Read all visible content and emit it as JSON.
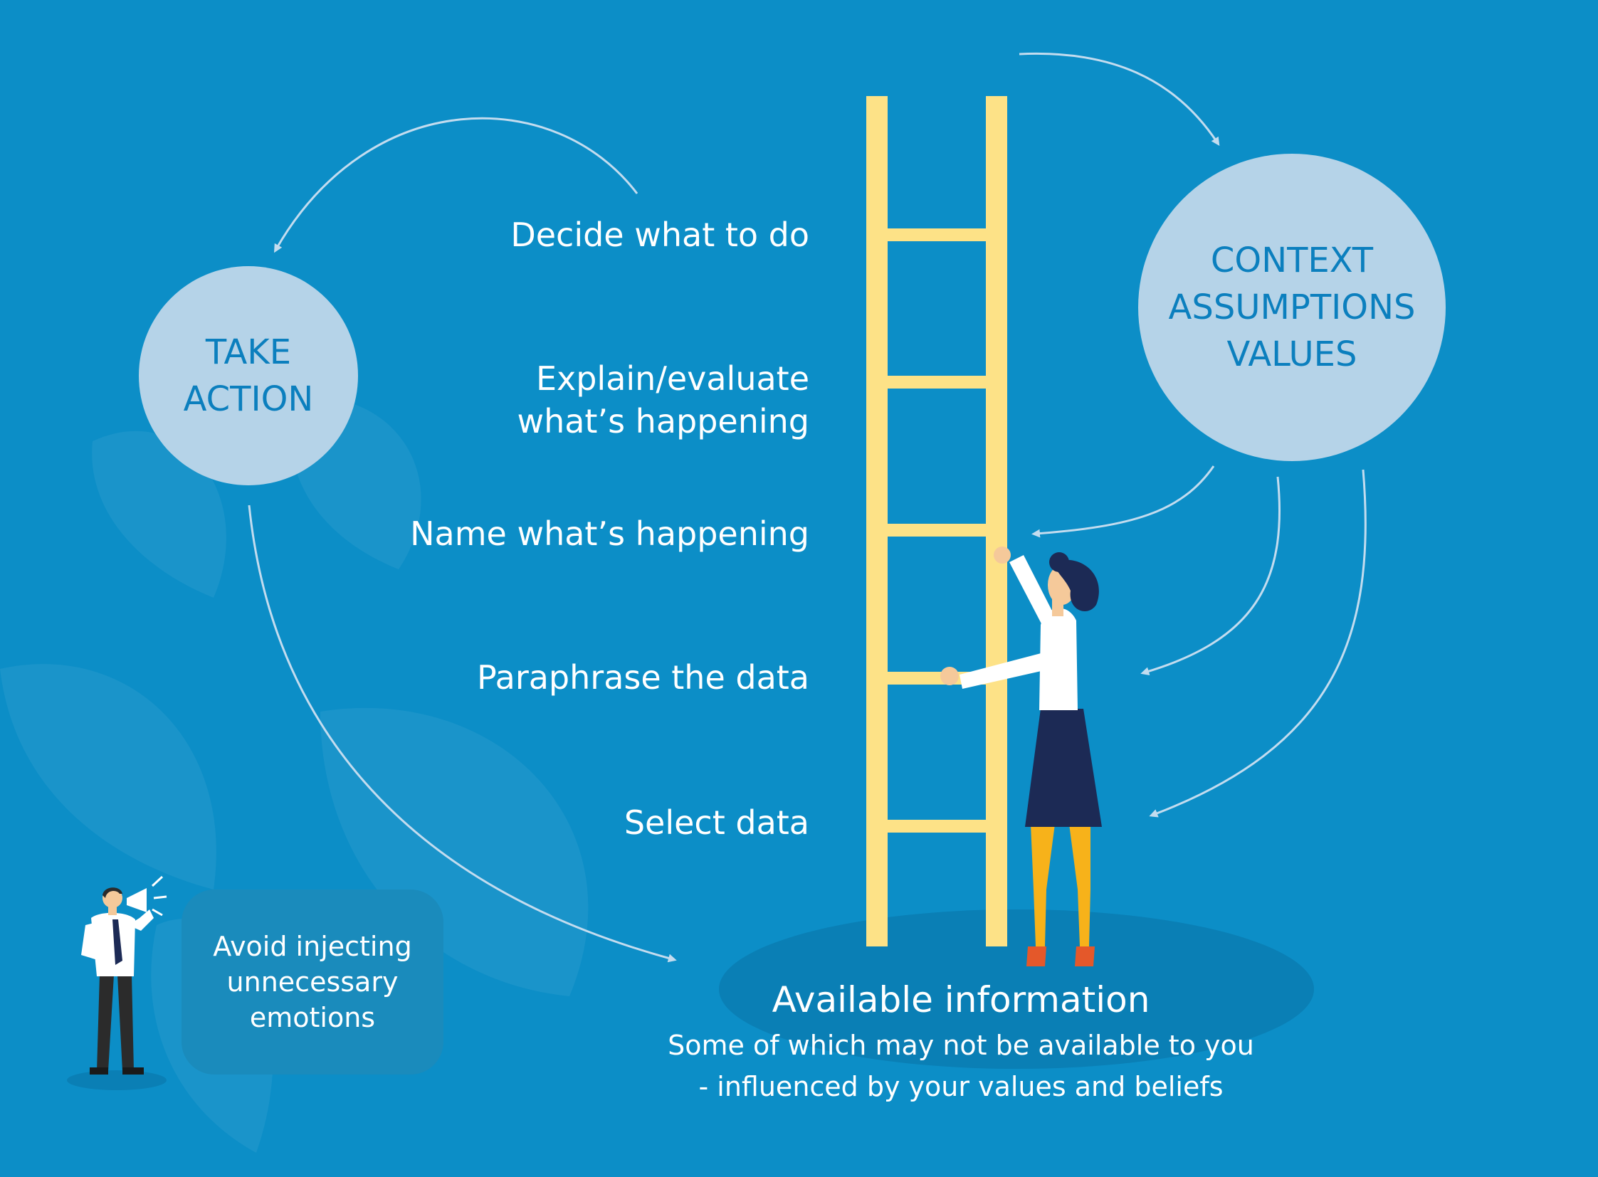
{
  "colors": {
    "background": "#0c8ec7",
    "circle_fill": "#b5d3e8",
    "circle_text": "#0b7fbe",
    "ladder": "#fde287",
    "arrow": "#c3dcef",
    "note_box": "#1a8bbc",
    "ground": "#0a7fb5"
  },
  "ladder_rungs": [
    {
      "label_lines": [
        "Decide what to do"
      ]
    },
    {
      "label_lines": [
        "Explain/evaluate",
        "what’s happening"
      ]
    },
    {
      "label_lines": [
        "Name what’s happening"
      ]
    },
    {
      "label_lines": [
        "Paraphrase the data"
      ]
    },
    {
      "label_lines": [
        "Select data"
      ]
    }
  ],
  "take_action": {
    "line1": "TAKE",
    "line2": "ACTION"
  },
  "context": {
    "line1": "CONTEXT",
    "line2": "ASSUMPTIONS",
    "line3": "VALUES"
  },
  "available": {
    "title": "Available information",
    "line1": "Some of which may not be available to you",
    "line2": "- influenced by your values and beliefs"
  },
  "note": {
    "line1": "Avoid injecting",
    "line2": "unnecessary",
    "line3": "emotions"
  },
  "icons": {
    "person_megaphone": "man-with-megaphone-icon",
    "woman_climbing": "woman-climbing-ladder-icon",
    "ladder": "ladder-icon"
  }
}
